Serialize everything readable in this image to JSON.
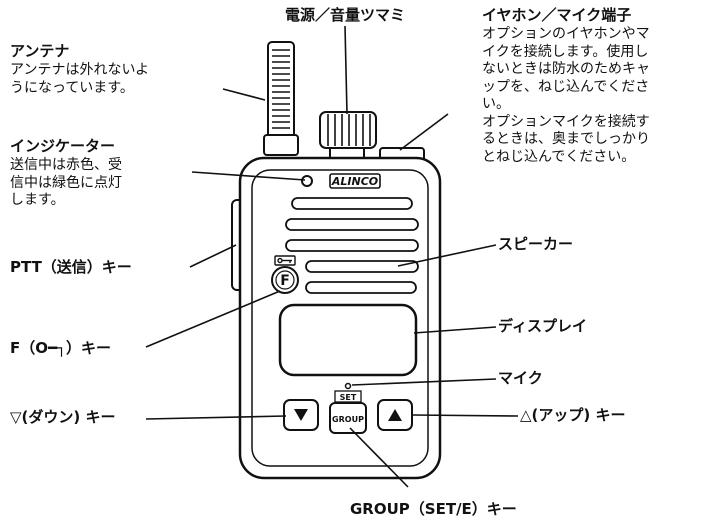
{
  "labels": {
    "antenna_title": "アンテナ",
    "antenna_desc": "アンテナは外れないよ\nうになっています。",
    "indicator_title": "インジケーター",
    "indicator_desc": "送信中は赤色、受\n信中は緑色に点灯\nします。",
    "ptt": "PTT（送信）キー",
    "f_key": "F（O━┐）キー",
    "down_key": "▽(ダウン) キー",
    "knob": "電源／音量ツマミ",
    "jack_title": "イヤホン／マイク端子",
    "jack_desc": "オプションのイヤホンやマ\nイクを接続します。使用し\nないときは防水のためキャ\nップを、ねじ込んでくださ\nい。\nオプションマイクを接続す\nるときは、奥までしっかり\nとねじ込んでください。",
    "speaker": "スピーカー",
    "display": "ディスプレイ",
    "mic": "マイク",
    "up_key": "△(アップ) キー",
    "group_key": "GROUP（SET/E）キー"
  },
  "device": {
    "brand": "ALINCO",
    "f_button": "F",
    "set_label": "SET",
    "group_button": "GROUP"
  }
}
